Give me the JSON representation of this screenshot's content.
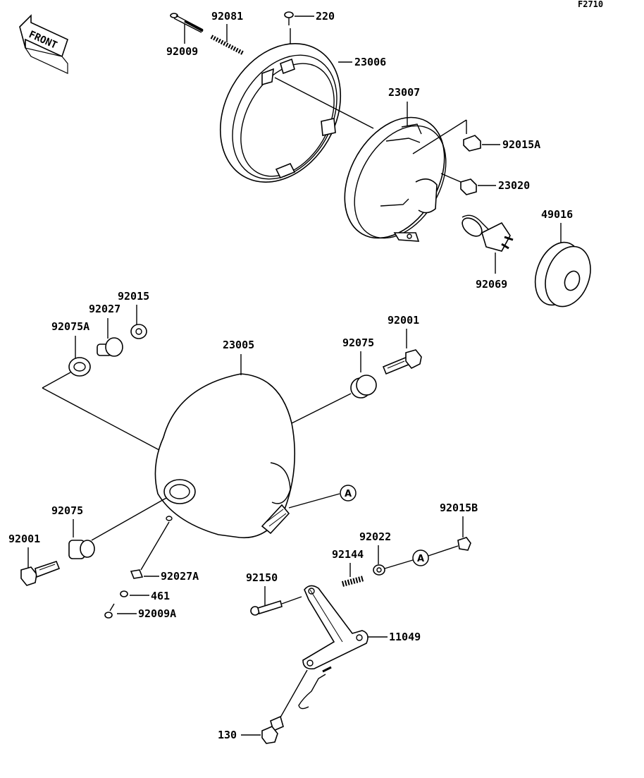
{
  "figure_code": "F2710",
  "front_label": "FRONT",
  "callout_letter": "A",
  "part_labels": {
    "p92009": "92009",
    "p92081": "92081",
    "p220": "220",
    "p23006": "23006",
    "p23007": "23007",
    "p92015A": "92015A",
    "p23020": "23020",
    "p49016": "49016",
    "p92069": "92069",
    "p92015": "92015",
    "p92027": "92027",
    "p92075A": "92075A",
    "p23005": "23005",
    "p92001_top": "92001",
    "p92075_top": "92075",
    "p92075_bottom": "92075",
    "p92001_bottom": "92001",
    "p92027A": "92027A",
    "p461": "461",
    "p92009A": "92009A",
    "p92015B": "92015B",
    "p92022": "92022",
    "p92144": "92144",
    "p92150": "92150",
    "p11049": "11049",
    "p130": "130"
  }
}
